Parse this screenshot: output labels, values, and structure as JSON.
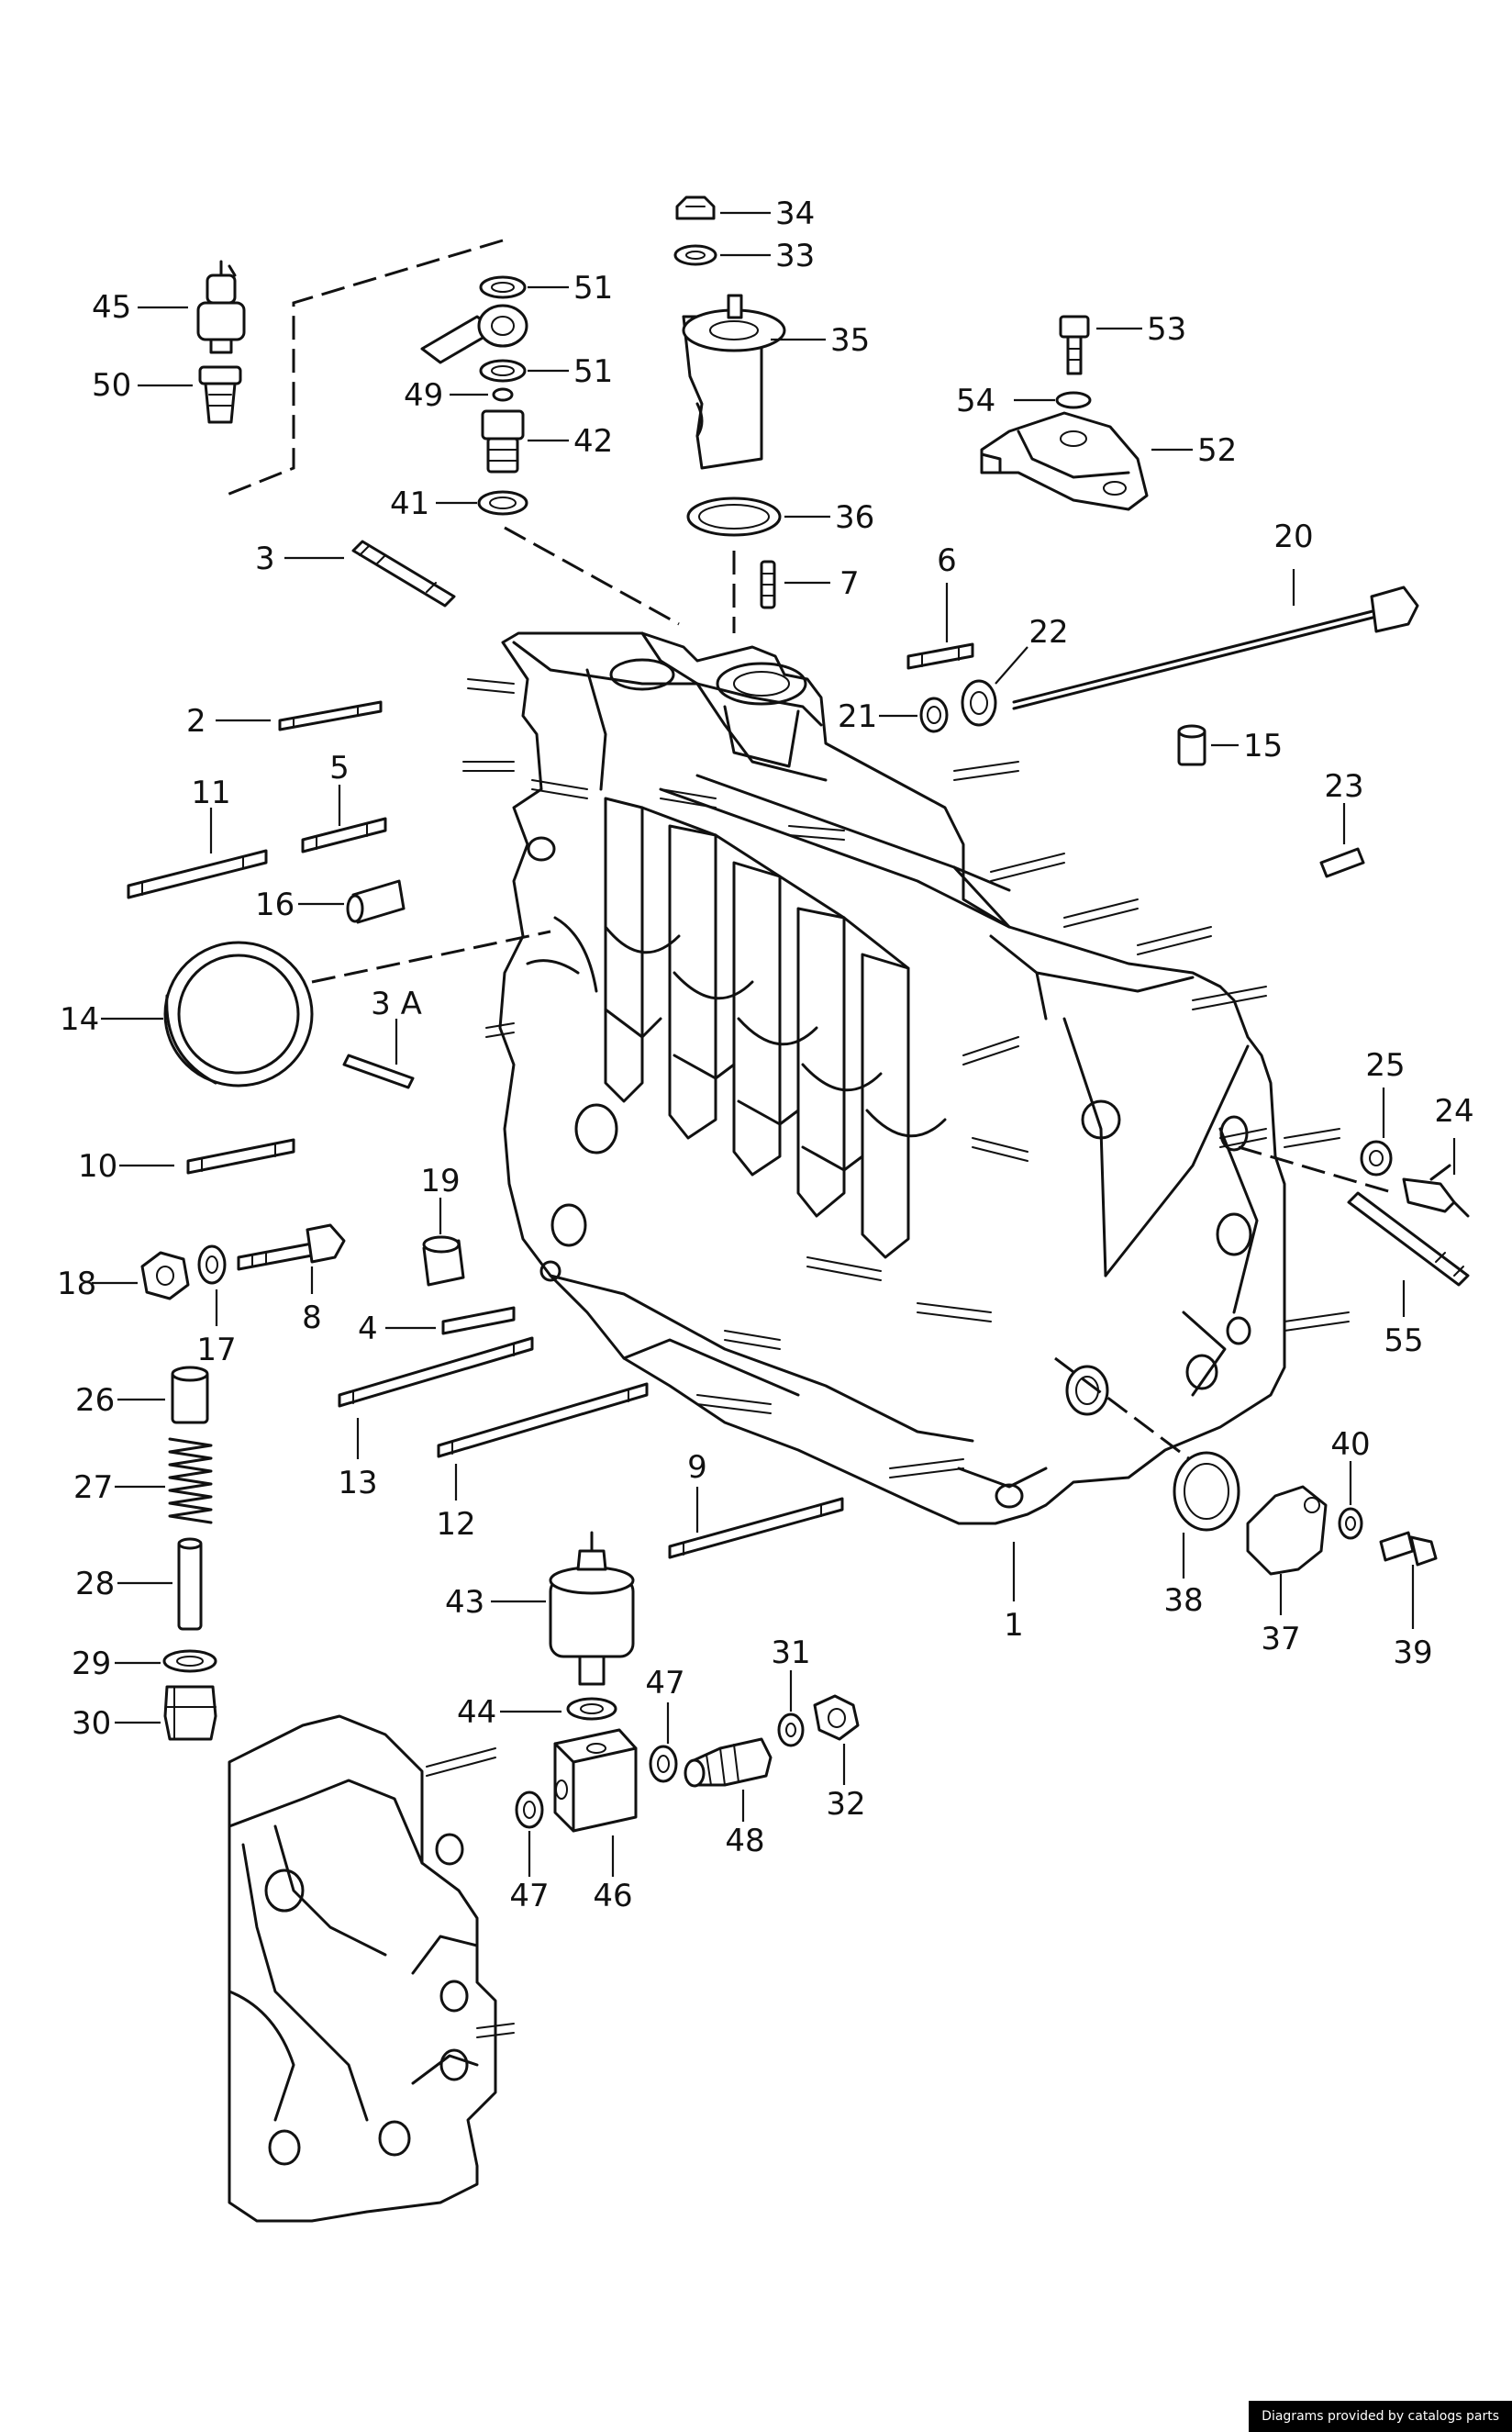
{
  "diagram": {
    "callouts": [
      {
        "num": "45"
      },
      {
        "num": "50"
      },
      {
        "num": "51"
      },
      {
        "num": "49"
      },
      {
        "num": "51"
      },
      {
        "num": "42"
      },
      {
        "num": "41"
      },
      {
        "num": "34"
      },
      {
        "num": "33"
      },
      {
        "num": "35"
      },
      {
        "num": "36"
      },
      {
        "num": "7"
      },
      {
        "num": "53"
      },
      {
        "num": "54"
      },
      {
        "num": "52"
      },
      {
        "num": "3"
      },
      {
        "num": "2"
      },
      {
        "num": "6"
      },
      {
        "num": "22"
      },
      {
        "num": "21"
      },
      {
        "num": "20"
      },
      {
        "num": "15"
      },
      {
        "num": "11"
      },
      {
        "num": "5"
      },
      {
        "num": "16"
      },
      {
        "num": "23"
      },
      {
        "num": "14"
      },
      {
        "num": "3 A"
      },
      {
        "num": "25"
      },
      {
        "num": "24"
      },
      {
        "num": "10"
      },
      {
        "num": "19"
      },
      {
        "num": "18"
      },
      {
        "num": "17"
      },
      {
        "num": "8"
      },
      {
        "num": "4"
      },
      {
        "num": "55"
      },
      {
        "num": "26"
      },
      {
        "num": "13"
      },
      {
        "num": "27"
      },
      {
        "num": "12"
      },
      {
        "num": "9"
      },
      {
        "num": "40"
      },
      {
        "num": "28"
      },
      {
        "num": "38"
      },
      {
        "num": "37"
      },
      {
        "num": "39"
      },
      {
        "num": "1"
      },
      {
        "num": "43"
      },
      {
        "num": "29"
      },
      {
        "num": "30"
      },
      {
        "num": "31"
      },
      {
        "num": "44"
      },
      {
        "num": "47"
      },
      {
        "num": "32"
      },
      {
        "num": "48"
      },
      {
        "num": "47"
      },
      {
        "num": "46"
      }
    ]
  },
  "footer": {
    "credit": "Diagrams provided by catalogs parts"
  }
}
